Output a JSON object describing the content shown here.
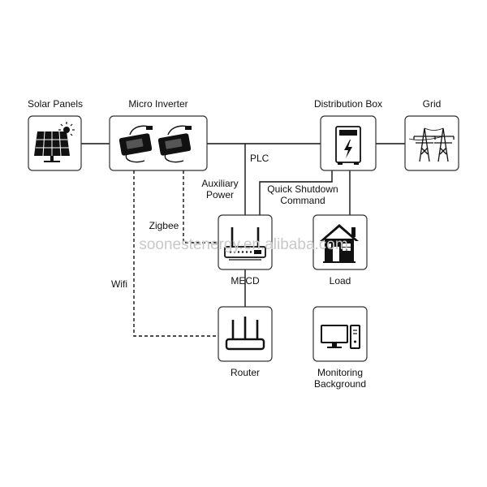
{
  "nodes": {
    "solar_panels": "Solar Panels",
    "micro_inverter": "Micro Inverter",
    "distribution_box": "Distribution Box",
    "grid": "Grid",
    "mecd": "MECD",
    "load": "Load",
    "router": "Router",
    "monitoring_line1": "Monitoring",
    "monitoring_line2": "Background"
  },
  "links": {
    "plc": "PLC",
    "auxiliary_line1": "Auxiliary",
    "auxiliary_line2": "Power",
    "shutdown_line1": "Quick Shutdown",
    "shutdown_line2": "Command",
    "zigbee": "Zigbee",
    "wifi": "Wifi"
  },
  "watermark": "soonestenergy.en.alibaba.com"
}
